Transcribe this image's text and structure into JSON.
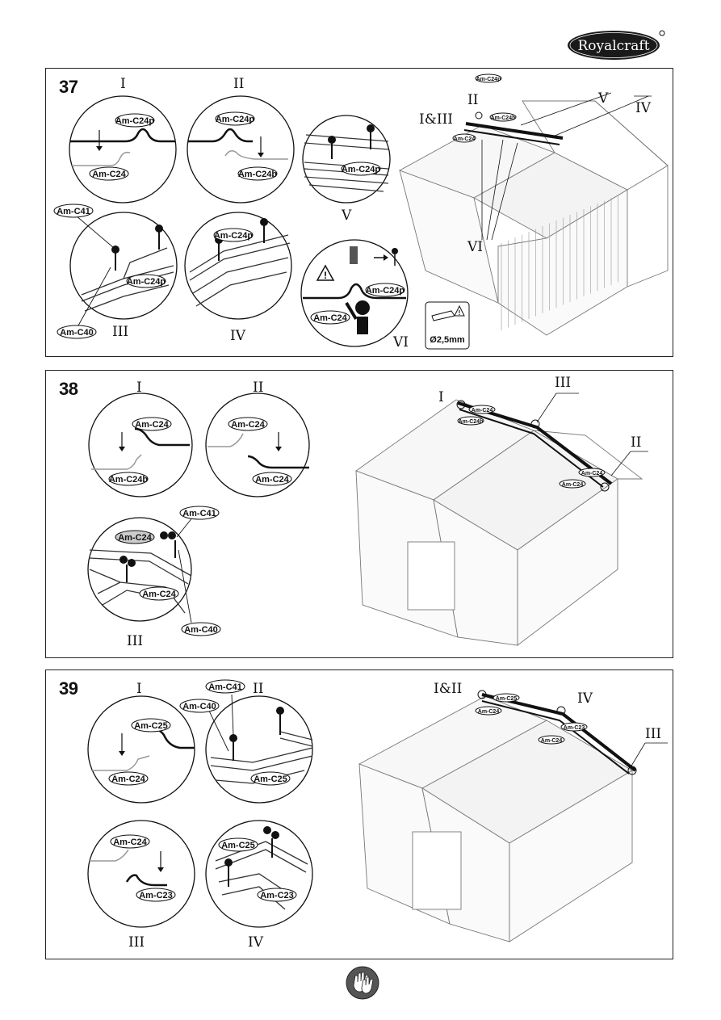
{
  "brand": {
    "logo_text": "Royalcraft"
  },
  "steps": [
    {
      "number": "37",
      "details": [
        {
          "roman": "I",
          "labels": [
            "Am-C24p",
            "Am-C24"
          ]
        },
        {
          "roman": "II",
          "labels": [
            "Am-C24p",
            "Am-C24b"
          ]
        },
        {
          "roman": "V",
          "labels": [
            "Am-C24p"
          ]
        },
        {
          "roman": "III",
          "labels": [
            "Am-C41",
            "Am-C24p",
            "Am-C40"
          ]
        },
        {
          "roman": "IV",
          "labels": [
            "Am-C24p"
          ]
        },
        {
          "roman": "VI",
          "labels": [
            "Am-C24p",
            "Am-C24"
          ]
        }
      ],
      "drill_note": "Ø2,5mm",
      "overview": {
        "callouts": [
          "V",
          "IV",
          "II",
          "I&III",
          "VI"
        ],
        "labels": [
          "Am-C24p",
          "Am-C24b",
          "Am-C24"
        ]
      }
    },
    {
      "number": "38",
      "details": [
        {
          "roman": "I",
          "labels": [
            "Am-C24",
            "Am-C24b"
          ]
        },
        {
          "roman": "II",
          "labels": [
            "Am-C24",
            "Am-C24"
          ]
        },
        {
          "roman": "III",
          "labels": [
            "Am-C41",
            "Am-C24",
            "Am-C24",
            "Am-C40"
          ]
        }
      ],
      "overview": {
        "callouts": [
          "I",
          "III",
          "II"
        ],
        "labels": [
          "Am-C24",
          "Am-C24b",
          "Am-C24",
          "Am-C24"
        ]
      }
    },
    {
      "number": "39",
      "details": [
        {
          "roman": "I",
          "labels": [
            "Am-C25",
            "Am-C24"
          ]
        },
        {
          "roman": "II",
          "labels": [
            "Am-C41",
            "Am-C40",
            "Am-C25"
          ]
        },
        {
          "roman": "III",
          "labels": [
            "Am-C24",
            "Am-C23"
          ]
        },
        {
          "roman": "IV",
          "labels": [
            "Am-C25",
            "Am-C23"
          ]
        }
      ],
      "overview": {
        "callouts": [
          "I&II",
          "IV",
          "III"
        ],
        "labels": [
          "Am-C25",
          "Am-C24",
          "Am-C23",
          "Am-C24"
        ]
      }
    }
  ],
  "footer": {
    "icon": "gloves-icon"
  }
}
